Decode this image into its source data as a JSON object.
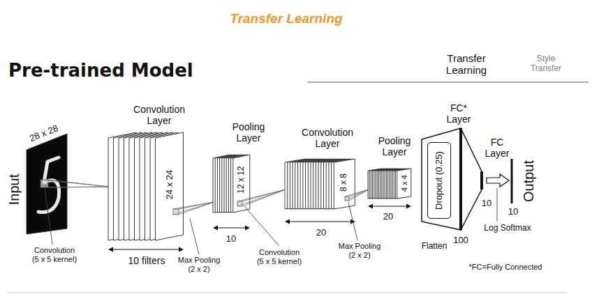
{
  "diagram": {
    "title": "Transfer Learning",
    "nodes": [
      {
        "text": [
          "Dropout (0.25)"
        ]
      }
    ],
    "labels": [
      "Pre-trained Model",
      "Transfer Learning",
      "Style Transfer",
      "Convolution Layer",
      "FC* Layer",
      "Pooling Layer",
      "Convolution Layer",
      "Pooling Layer",
      "FC Layer",
      "28 x 28",
      "Input",
      "24 x 24",
      "12 x 12",
      "8 x 8",
      "4 x 4",
      "Output",
      "10",
      "10",
      "Log Softmax",
      "100",
      "10",
      "20",
      "20",
      "Convolution (5 x 5 kernel)",
      "10 filters",
      "Max Pooling (2 x 2)",
      "Convolution (5 x 5 kernel)",
      "Max Pooling (2 x 2)",
      "Flatten",
      "*FC=Fully Connected"
    ]
  }
}
